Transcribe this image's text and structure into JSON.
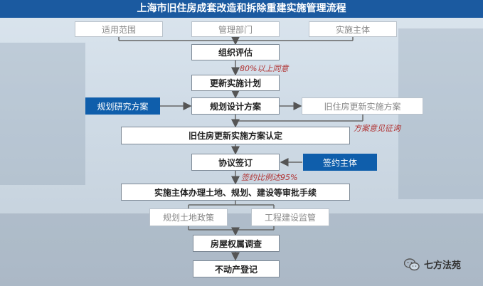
{
  "title": "上海市旧住房成套改造和拆除重建实施管理流程",
  "top_boxes": [
    "适用范围",
    "管理部门",
    "实施主体"
  ],
  "steps": {
    "assess": "组织评估",
    "plan": "更新实施计划",
    "design": "规划设计方案",
    "confirm": "旧住房更新实施方案认定",
    "sign": "协议签订",
    "approval": "实施主体办理土地、规划、建设等审批手续",
    "survey": "房屋权属调查",
    "register": "不动产登记"
  },
  "side_boxes": {
    "research": "规划研究方案",
    "renew_plan": "旧住房更新实施方案",
    "sign_party": "签约主体",
    "land_policy": "规划土地政策",
    "supervision": "工程建设监管"
  },
  "notes": {
    "consent": "80%以上同意",
    "opinion": "方案意见征询",
    "sign_ratio": "签约比例达95%"
  },
  "watermark": "七方法苑",
  "colors": {
    "title_bg": "#1b5aa0",
    "accent_box": "#0f5eab",
    "note": "#b03030"
  },
  "icons": {
    "wechat": "wechat-icon"
  }
}
